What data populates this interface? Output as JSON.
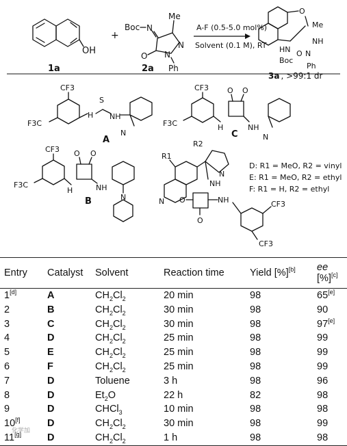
{
  "scheme": {
    "reactant1_label": "1a",
    "reactant2_label": "2a",
    "product_label": "3a, >99:1 dr",
    "plus": "+",
    "arrow_top": "A-F (0.5-5.0 mol%)",
    "arrow_bottom": "Solvent (0.1 M), RT",
    "atom_OH": "OH",
    "atom_Boc": "Boc",
    "atom_N": "N",
    "atom_NH": "NH",
    "atom_HN": "HN",
    "atom_O": "O",
    "atom_S": "S",
    "atom_H": "H",
    "atom_Me": "Me",
    "atom_Ph": "Ph",
    "atom_NMe2_N": "N",
    "atom_CF3": "CF3",
    "atom_F3C": "F3C",
    "catalyst_A": "A",
    "catalyst_B": "B",
    "catalyst_C": "C",
    "substituent_R1": "R1",
    "substituent_R2": "R2",
    "legend_D": "D: R1 = MeO, R2 = vinyl",
    "legend_E": "E: R1 = MeO, R2 = ethyl",
    "legend_F": "F: R1 = H, R2 = ethyl"
  },
  "table": {
    "headers": {
      "entry": "Entry",
      "catalyst": "Catalyst",
      "solvent": "Solvent",
      "time": "Reaction time",
      "yield": "Yield [%]",
      "yield_note": "[b]",
      "ee": "ee",
      "ee_unit": " [%]",
      "ee_note": "[c]"
    },
    "rows": [
      {
        "entry": "1",
        "entry_note": "[d]",
        "catalyst": "A",
        "solvent": "CH2Cl2",
        "time": "20 min",
        "yield": "98",
        "ee": "65",
        "ee_note": "[e]"
      },
      {
        "entry": "2",
        "entry_note": "",
        "catalyst": "B",
        "solvent": "CH2Cl2",
        "time": "30 min",
        "yield": "98",
        "ee": "90",
        "ee_note": ""
      },
      {
        "entry": "3",
        "entry_note": "",
        "catalyst": "C",
        "solvent": "CH2Cl2",
        "time": "30 min",
        "yield": "98",
        "ee": "97",
        "ee_note": "[e]"
      },
      {
        "entry": "4",
        "entry_note": "",
        "catalyst": "D",
        "solvent": "CH2Cl2",
        "time": "25 min",
        "yield": "98",
        "ee": "99",
        "ee_note": ""
      },
      {
        "entry": "5",
        "entry_note": "",
        "catalyst": "E",
        "solvent": "CH2Cl2",
        "time": "25 min",
        "yield": "98",
        "ee": "99",
        "ee_note": ""
      },
      {
        "entry": "6",
        "entry_note": "",
        "catalyst": "F",
        "solvent": "CH2Cl2",
        "time": "25 min",
        "yield": "98",
        "ee": "99",
        "ee_note": ""
      },
      {
        "entry": "7",
        "entry_note": "",
        "catalyst": "D",
        "solvent": "Toluene",
        "time": "3 h",
        "yield": "98",
        "ee": "96",
        "ee_note": ""
      },
      {
        "entry": "8",
        "entry_note": "",
        "catalyst": "D",
        "solvent": "Et2O",
        "time": "22 h",
        "yield": "82",
        "ee": "98",
        "ee_note": ""
      },
      {
        "entry": "9",
        "entry_note": "",
        "catalyst": "D",
        "solvent": "CHCl3",
        "time": "10 min",
        "yield": "98",
        "ee": "98",
        "ee_note": ""
      },
      {
        "entry": "10",
        "entry_note": "[f]",
        "catalyst": "D",
        "solvent": "CH2Cl2",
        "time": "30 min",
        "yield": "98",
        "ee": "99",
        "ee_note": ""
      },
      {
        "entry": "11",
        "entry_note": "[g]",
        "catalyst": "D",
        "solvent": "CH2Cl2",
        "time": "1 h",
        "yield": "98",
        "ee": "98",
        "ee_note": ""
      }
    ]
  },
  "watermark": "化学加"
}
